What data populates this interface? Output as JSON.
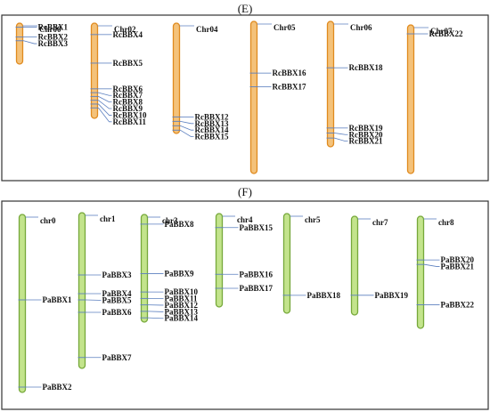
{
  "panels": [
    {
      "id": "E",
      "title": "(E)",
      "colors": {
        "fill": "#f4c27a",
        "stroke": "#e08a1e",
        "line": "#5b7fbf",
        "frame": "#333333"
      },
      "chromosomes": [
        {
          "name": "Chr00",
          "genes": [
            {
              "name": "RcBBX1",
              "pos": 0.1
            },
            {
              "name": "RcBBX2",
              "pos": 0.34
            },
            {
              "name": "RcBBX3",
              "pos": 0.43
            }
          ]
        },
        {
          "name": "Chr02",
          "genes": [
            {
              "name": "RcBBX4",
              "pos": 0.12
            },
            {
              "name": "RcBBX5",
              "pos": 0.42
            },
            {
              "name": "RcBBX6",
              "pos": 0.69
            },
            {
              "name": "RcBBX7",
              "pos": 0.73
            },
            {
              "name": "RcBBX8",
              "pos": 0.77
            },
            {
              "name": "RcBBX9",
              "pos": 0.81
            },
            {
              "name": "RcBBX10",
              "pos": 0.85
            },
            {
              "name": "RcBBX11",
              "pos": 0.89
            }
          ]
        },
        {
          "name": "Chr04",
          "genes": [
            {
              "name": "RcBBX12",
              "pos": 0.85
            },
            {
              "name": "RcBBX13",
              "pos": 0.89
            },
            {
              "name": "RcBBX14",
              "pos": 0.93
            },
            {
              "name": "RcBBX15",
              "pos": 0.97
            }
          ]
        },
        {
          "name": "Chr05",
          "genes": [
            {
              "name": "RcBBX16",
              "pos": 0.34
            },
            {
              "name": "RcBBX17",
              "pos": 0.43
            }
          ]
        },
        {
          "name": "Chr06",
          "genes": [
            {
              "name": "RcBBX18",
              "pos": 0.37
            },
            {
              "name": "RcBBX19",
              "pos": 0.85
            },
            {
              "name": "RcBBX20",
              "pos": 0.89
            },
            {
              "name": "RcBBX21",
              "pos": 0.93
            }
          ]
        },
        {
          "name": "Chr07",
          "genes": [
            {
              "name": "RcBBX22",
              "pos": 0.06
            }
          ]
        }
      ]
    },
    {
      "id": "F",
      "title": "(F)",
      "colors": {
        "fill": "#c3e48c",
        "stroke": "#76a83a",
        "line": "#5b7fbf",
        "frame": "#333333"
      },
      "chromosomes": [
        {
          "name": "chr0",
          "genes": [
            {
              "name": "PaBBX1",
              "pos": 0.48
            },
            {
              "name": "PaBBX2",
              "pos": 0.97
            }
          ]
        },
        {
          "name": "chr1",
          "genes": [
            {
              "name": "PaBBX3",
              "pos": 0.4
            },
            {
              "name": "PaBBX4",
              "pos": 0.52
            },
            {
              "name": "PaBBX5",
              "pos": 0.56
            },
            {
              "name": "PaBBX6",
              "pos": 0.64
            },
            {
              "name": "PaBBX7",
              "pos": 0.93
            }
          ]
        },
        {
          "name": "chr3",
          "genes": [
            {
              "name": "PaBBX8",
              "pos": 0.09
            },
            {
              "name": "PaBBX9",
              "pos": 0.55
            },
            {
              "name": "PaBBX10",
              "pos": 0.72
            },
            {
              "name": "PaBBX11",
              "pos": 0.78
            },
            {
              "name": "PaBBX12",
              "pos": 0.84
            },
            {
              "name": "PaBBX13",
              "pos": 0.9
            },
            {
              "name": "PaBBX14",
              "pos": 0.96
            }
          ]
        },
        {
          "name": "chr4",
          "genes": [
            {
              "name": "PaBBX15",
              "pos": 0.15
            },
            {
              "name": "PaBBX16",
              "pos": 0.65
            },
            {
              "name": "PaBBX17",
              "pos": 0.8
            }
          ]
        },
        {
          "name": "chr5",
          "genes": [
            {
              "name": "PaBBX18",
              "pos": 0.82
            }
          ]
        },
        {
          "name": "chr7",
          "genes": [
            {
              "name": "PaBBX19",
              "pos": 0.8
            }
          ]
        },
        {
          "name": "chr8",
          "genes": [
            {
              "name": "PaBBX20",
              "pos": 0.39
            },
            {
              "name": "PaBBX21",
              "pos": 0.43
            },
            {
              "name": "PaBBX22",
              "pos": 0.79
            }
          ]
        }
      ]
    }
  ]
}
